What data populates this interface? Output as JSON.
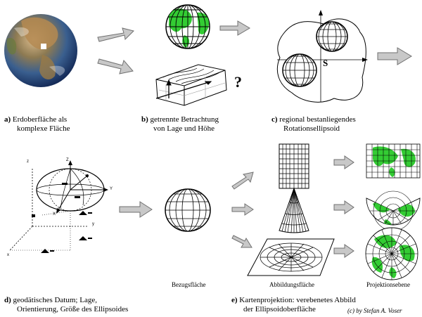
{
  "captions": {
    "a": {
      "letter": "a)",
      "line1": "Erdoberfläche als",
      "line2": "komplexe Fläche"
    },
    "b": {
      "letter": "b)",
      "line1": "getrennte Betrachtung",
      "line2": "von Lage und Höhe"
    },
    "c": {
      "letter": "c)",
      "line1": "regional bestanliegendes",
      "line2": "Rotationsellipsoid"
    },
    "d": {
      "letter": "d)",
      "line1": "geodätisches Datum; Lage,",
      "line2": "Orientierung, Größe des Ellipsoides"
    },
    "e": {
      "letter": "e)",
      "line1": "Kartenprojektion: verebenetes Abbild",
      "line2": "der Ellipsoidoberfläche"
    }
  },
  "labels": {
    "bezugsflaeche": "Bezugsfläche",
    "abbildungsflaeche": "Abbildungsfläche",
    "projektionsebene": "Projektionsebene",
    "question_mark": "?",
    "s_marker": "S"
  },
  "axis_labels": {
    "z": "z",
    "y": "y",
    "x": "x",
    "z2": "Z",
    "y2": "Y",
    "x2": "X"
  },
  "credit": "(c) by Stefan A. Voser",
  "colors": {
    "land": "#33cc33",
    "ocean_dark": "#1e3f8a",
    "arrow_fill": "#c8c8c8",
    "arrow_stroke": "#707070"
  }
}
